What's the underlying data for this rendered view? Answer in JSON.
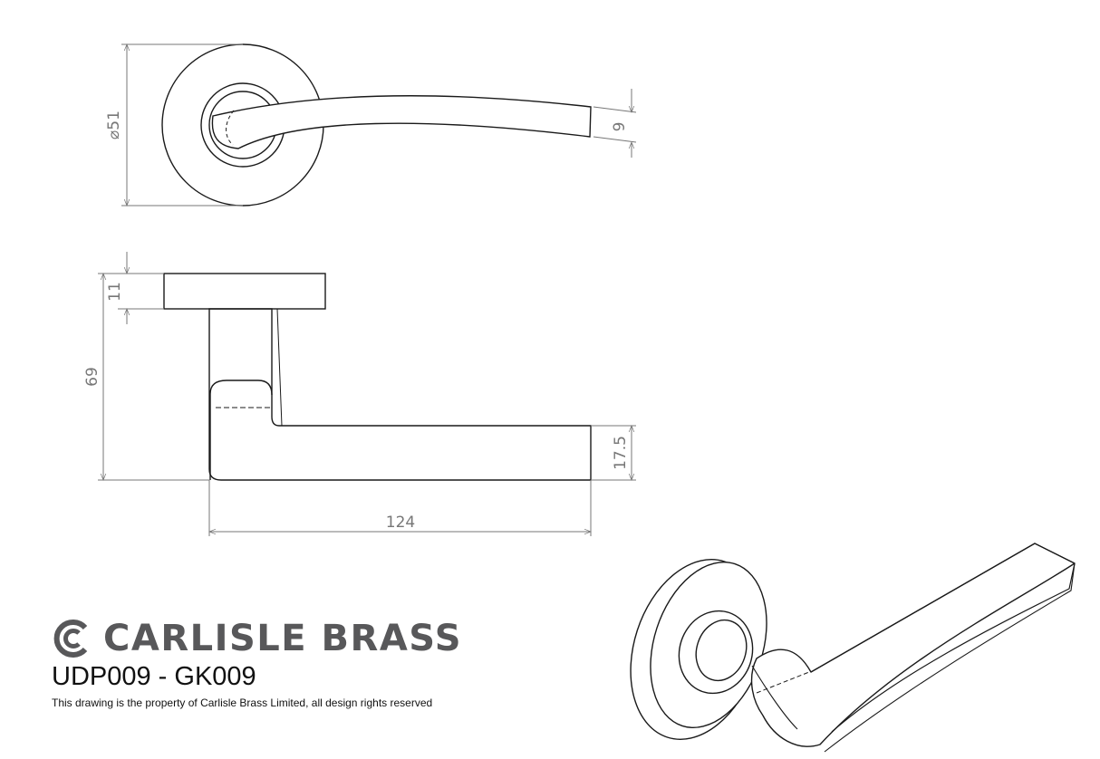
{
  "dimensions": {
    "rose_diameter": "⌀51",
    "lever_tip_thickness": "9",
    "rose_thickness": "11",
    "projection": "69",
    "lever_depth": "17.5",
    "lever_length": "124"
  },
  "brand": {
    "name": "CARLISLE BRASS",
    "logo_color": "#58585a"
  },
  "product_code": "UDP009 - GK009",
  "notice": "This drawing is the property of Carlisle Brass Limited, all design rights reserved",
  "colors": {
    "line": "#1a1a1a",
    "dimension": "#777777",
    "brand": "#58585a"
  }
}
